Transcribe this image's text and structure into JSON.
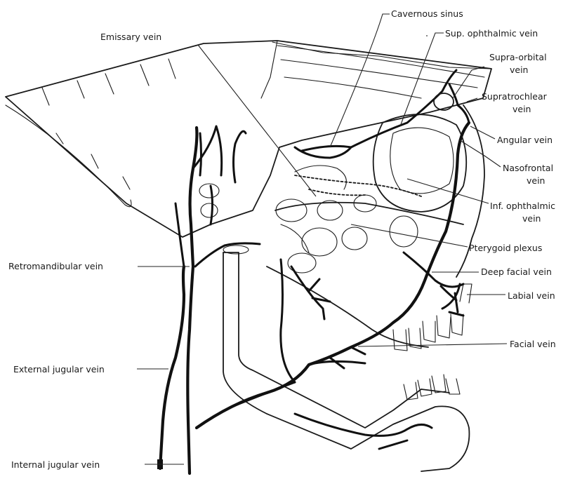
{
  "labels": {
    "cavernous_sinus": "Cavernous sinus",
    "emissary_vein": "Emissary vein",
    "sup_ophthalmic_vein": "Sup. ophthalmic vein",
    "supra_orbital_vein_1": "Supra-orbital",
    "supra_orbital_vein_2": "vein",
    "supratrochlear_vein_1": "Supratrochlear",
    "supratrochlear_vein_2": "vein",
    "angular_vein": "Angular vein",
    "nasofrontal_vein_1": "Nasofrontal",
    "nasofrontal_vein_2": "vein",
    "inf_ophthalmic_vein_1": "Inf. ophthalmic",
    "inf_ophthalmic_vein_2": "vein",
    "pterygoid_plexus": "Pterygoid plexus",
    "retromandibular_vein": "Retromandibular vein",
    "deep_facial_vein": "Deep facial vein",
    "labial_vein": "Labial vein",
    "facial_vein": "Facial vein",
    "external_jugular_vein": "External jugular vein",
    "internal_jugular_vein": "Internal jugular vein"
  }
}
